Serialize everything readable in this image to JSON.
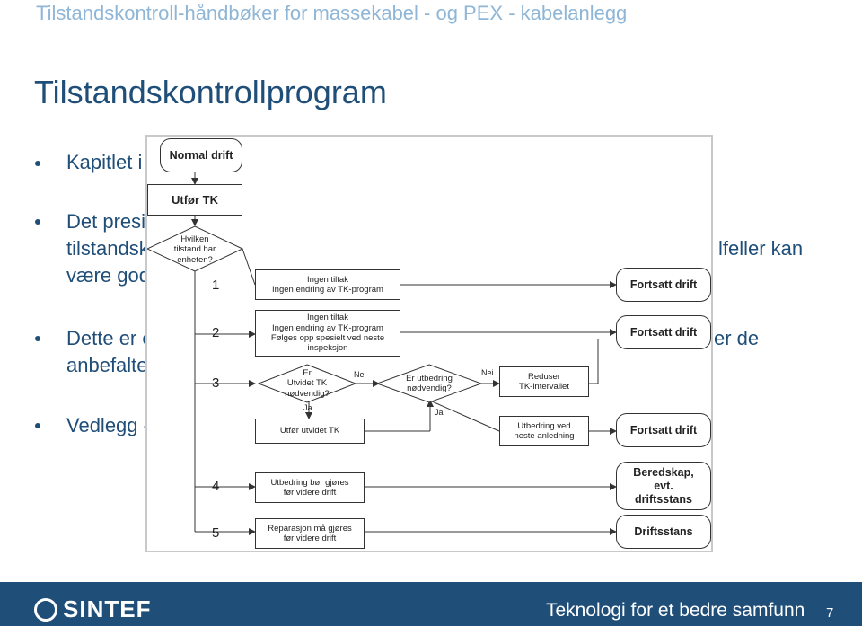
{
  "header": {
    "title": "Tilstandskontroll-håndbøker for massekabel - og PEX - kabelanlegg"
  },
  "page_title": "Tilstandskontrollprogram",
  "bullets": {
    "b1": {
      "line1": "Kapitlet i"
    },
    "b2": {
      "line1": "Det presi",
      "line2": "tilstandsk",
      "line3": "være god",
      "line2_right": "lfeller kan"
    },
    "b3": {
      "line1": "Dette er e",
      "line2": "anbefalte",
      "line1_right": "er de"
    },
    "b4": {
      "line1": "Vedlegg -"
    }
  },
  "flowchart": {
    "normal_drift": "Normal drift",
    "utfor_tk": "Utfør TK",
    "decision_state": {
      "l1": "Hvilken",
      "l2": "tilstand har",
      "l3": "enheten?"
    },
    "num1": "1",
    "num2": "2",
    "num3": "3",
    "num4": "4",
    "num5": "5",
    "box1": {
      "l1": "Ingen tiltak",
      "l2": "Ingen endring av TK-program"
    },
    "box2": {
      "l1": "Ingen tiltak",
      "l2": "Ingen endring av TK-program",
      "l3": "Følges opp spesielt ved neste",
      "l4": "inspeksjon"
    },
    "decision_utvidet": {
      "l1": "Er",
      "l2": "Utvidet TK",
      "l3": "nødvendig?"
    },
    "nei1": "Nei",
    "ja1": "Ja",
    "decision_utbedring": {
      "l1": "Er utbedring",
      "l2": "nødvendig?"
    },
    "nei2": "Nei",
    "ja2": "Ja",
    "reduser": {
      "l1": "Reduser",
      "l2": "TK-intervallet"
    },
    "utfor_utvidet": "Utfør utvidet TK",
    "utbedring_neste": {
      "l1": "Utbedring ved",
      "l2": "neste anledning"
    },
    "fortsatt1": "Fortsatt drift",
    "fortsatt2": "Fortsatt drift",
    "fortsatt3": "Fortsatt drift",
    "utbedring_bor": {
      "l1": "Utbedring bør gjøres",
      "l2": "før videre drift"
    },
    "reparasjon": {
      "l1": "Reparasjon må gjøres",
      "l2": "før videre drift"
    },
    "beredskap": {
      "l1": "Beredskap,",
      "l2": "evt.",
      "l3": "driftsstans"
    },
    "driftsstans": "Driftsstans"
  },
  "footer": {
    "logo": "SINTEF",
    "tagline": "Teknologi for et bedre samfunn",
    "page": "7"
  },
  "colors": {
    "title": "#1f4e79",
    "header": "#8fb6d6",
    "footer": "#1f4e79"
  }
}
